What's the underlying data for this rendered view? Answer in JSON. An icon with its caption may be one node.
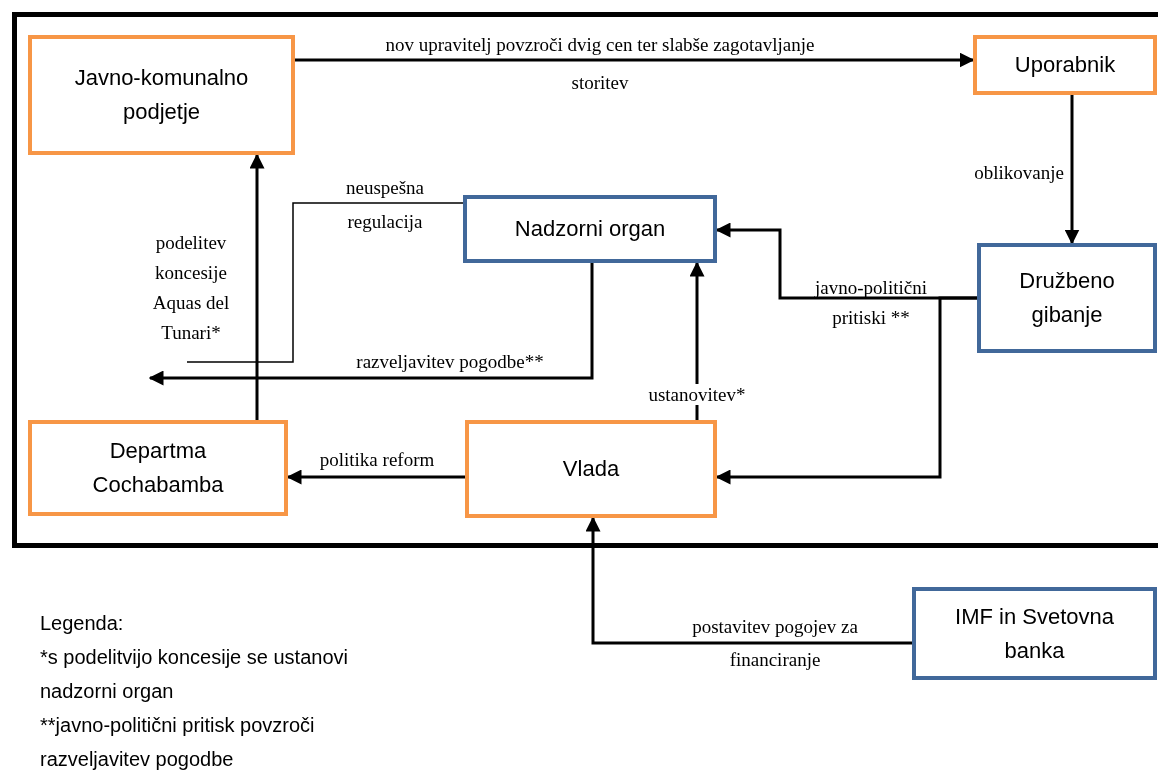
{
  "diagram": {
    "nodes": [
      {
        "text": [
          "Javno-komunalno podjetje"
        ]
      },
      {
        "text": [
          "Uporabnik"
        ]
      },
      {
        "text": [
          "Nadzorni organ"
        ]
      },
      {
        "text": [
          "Družbeno gibanje"
        ]
      },
      {
        "text": [
          "Departma Cochabamba"
        ]
      },
      {
        "text": [
          "Vlada"
        ]
      },
      {
        "text": [
          "IMF in Svetovna banka"
        ]
      }
    ],
    "edges": [
      {
        "from": 0,
        "to": 1,
        "arrow": "to",
        "label": "nov upravitelj povzroči dvig cen ter slabše zagotavljanje storitev"
      },
      {
        "from": 1,
        "to": 3,
        "arrow": "to",
        "label": "oblikovanje"
      },
      {
        "from": 3,
        "to": 2,
        "arrow": "to",
        "label": "javno-politični pritiski **"
      },
      {
        "from": 3,
        "to": 5,
        "arrow": "to"
      },
      {
        "from": 2,
        "to": null,
        "arrow": "to",
        "label": "razveljavitev pogodbe**"
      },
      {
        "from": 2,
        "to": null,
        "arrow": "none",
        "label": "neuspešna regulacija"
      },
      {
        "from": 4,
        "to": 0,
        "arrow": "to",
        "label": "podelitev koncesije Aquas del Tunari*"
      },
      {
        "from": 5,
        "to": 2,
        "arrow": "to",
        "label": "ustanovitev*"
      },
      {
        "from": 5,
        "to": 4,
        "arrow": "to",
        "label": "politika reform"
      },
      {
        "from": 6,
        "to": 5,
        "arrow": "to",
        "label": "postavitev pogojev za financiranje"
      }
    ],
    "labels": [
      "Legenda:",
      "*s podelitvijo koncesije se ustanovi nadzorni organ",
      "**javno-politični pritisk povzroči razveljavitev pogodbe"
    ]
  }
}
